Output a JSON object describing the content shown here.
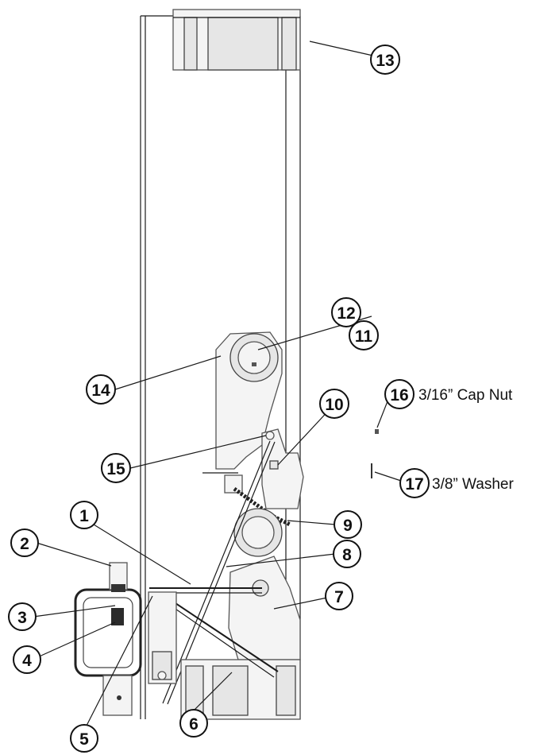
{
  "diagram": {
    "type": "exploded-parts-diagram",
    "callouts": [
      {
        "id": "c1",
        "number": "1"
      },
      {
        "id": "c2",
        "number": "2"
      },
      {
        "id": "c3",
        "number": "3"
      },
      {
        "id": "c4",
        "number": "4"
      },
      {
        "id": "c5",
        "number": "5"
      },
      {
        "id": "c6",
        "number": "6"
      },
      {
        "id": "c7",
        "number": "7"
      },
      {
        "id": "c8",
        "number": "8"
      },
      {
        "id": "c9",
        "number": "9"
      },
      {
        "id": "c10",
        "number": "10"
      },
      {
        "id": "c11",
        "number": "11"
      },
      {
        "id": "c12",
        "number": "12"
      },
      {
        "id": "c13",
        "number": "13"
      },
      {
        "id": "c14",
        "number": "14"
      },
      {
        "id": "c15",
        "number": "15"
      },
      {
        "id": "c16",
        "number": "16"
      },
      {
        "id": "c17",
        "number": "17"
      }
    ],
    "part_labels": {
      "c16": "3/16” Cap Nut",
      "c17": "3/8” Washer"
    }
  }
}
